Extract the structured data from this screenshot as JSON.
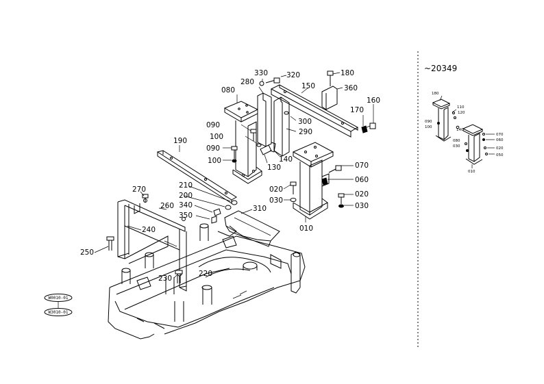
{
  "serial_note": "~20349",
  "stamps": [
    "W0010-01",
    "W3010-01"
  ],
  "callouts": [
    "330",
    "320",
    "180",
    "280",
    "150",
    "360",
    "080",
    "170",
    "160",
    "300",
    "090",
    "290",
    "100",
    "190",
    "090",
    "130",
    "140",
    "100",
    "070",
    "060",
    "210",
    "020",
    "200",
    "020",
    "030",
    "270",
    "340",
    "030",
    "310",
    "260",
    "350",
    "010",
    "240",
    "250",
    "230",
    "220"
  ],
  "inset_labels": [
    "180",
    "110",
    "120",
    "090",
    "100",
    "140",
    "070",
    "060",
    "080",
    "030",
    "020",
    "050",
    "010"
  ]
}
